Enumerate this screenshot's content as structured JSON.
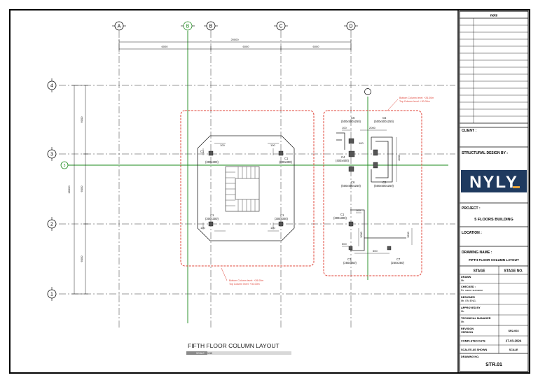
{
  "grid": {
    "columns": [
      "A",
      "B",
      "B",
      "C",
      "D"
    ],
    "rows": [
      "4",
      "3",
      "3",
      "2",
      "1"
    ]
  },
  "dims": {
    "overall": "20000",
    "bay1": "6000",
    "bay2": "6000",
    "bay3": "6000",
    "vtotal": "18000",
    "v1": "6000",
    "v2": "6000",
    "v3": "6000",
    "d100a": "100",
    "d100b": "100",
    "d100c": "100",
    "d100d": "100",
    "d100e": "100",
    "d100f": "100",
    "d200": "2000",
    "d4000": "4000",
    "d1000": "1000",
    "d1500": "1500",
    "d500a": "500",
    "d500b": "500",
    "d100g": "100"
  },
  "columns_left": [
    {
      "id": "C1",
      "size": "(300x300)"
    },
    {
      "id": "C1",
      "size": "(300x300)"
    },
    {
      "id": "C1",
      "size": "(300x300)"
    },
    {
      "id": "C1",
      "size": "(300x300)"
    }
  ],
  "columns_right": [
    {
      "id": "C6",
      "size": "(500x500x250)"
    },
    {
      "id": "C5",
      "size": "(500x500x250)"
    },
    {
      "id": "C4",
      "size": "(400x400)"
    },
    {
      "id": "C6",
      "size": "(500x500x250)"
    },
    {
      "id": "C5",
      "size": "(500x500x250)"
    },
    {
      "id": "C1",
      "size": "(300x300)"
    },
    {
      "id": "C7",
      "size": "(250x250)"
    },
    {
      "id": "C7",
      "size": "(250x250)"
    }
  ],
  "notes": {
    "left_1": "Bottom Column level: +26.00m",
    "left_2": "Top Column level: +30.00m",
    "right_1": "Bottom Column level: +26.00m",
    "right_2": "Top Column level: +30.00m"
  },
  "drawing": {
    "title": "FIFTH FLOOR COLUMN LAYOUT",
    "scale_label": "SCALE",
    "scale_value": "1:50"
  },
  "title_block": {
    "note_header": "note",
    "client_label": "CLIENT :",
    "structural_label": "STRUCTURAL DESIGN BY :",
    "logo_text": "NYLY",
    "project_label": "PROJECT :",
    "project_value": "5 FLOORS BUILDING",
    "location_label": "LOCATION :",
    "drawing_name_label": "DRAWING NAME :",
    "drawing_name_value": "FIFTH FLOOR COLUMN LAYOUT",
    "stage_label": "STAGE",
    "stage_no_label": "STAGE NO.",
    "drawn_label": "DRAWN",
    "drawn_value": "Mr.",
    "checked_label": "CHECKED :",
    "checked_value": "Dr. name surname",
    "designer_label": "DESIGNER",
    "designer_value": "Mr. EN ENG.",
    "approved_label": "APPROVED BY",
    "approved_value": "Mr.",
    "technical_label": "TECHNICAL MANAGER",
    "technical_value": "Mr.",
    "revision_label": "REVISION",
    "revision_sub": "VERSION",
    "revision_value": "SR2-003",
    "completed_label": "COMPLETED DATE",
    "completed_value": "27-03-2024",
    "scales_label": "SCALES AS SHOWN",
    "scales_value": "SCALE",
    "drawing_no_label": "DRAWING NO.",
    "drawing_no_value": "STR.01"
  },
  "colors": {
    "accent_red": "#e0453a",
    "grid_green": "#1b8a1b",
    "logo_bg": "#1f3a5f",
    "logo_accent": "#e8a33a"
  }
}
